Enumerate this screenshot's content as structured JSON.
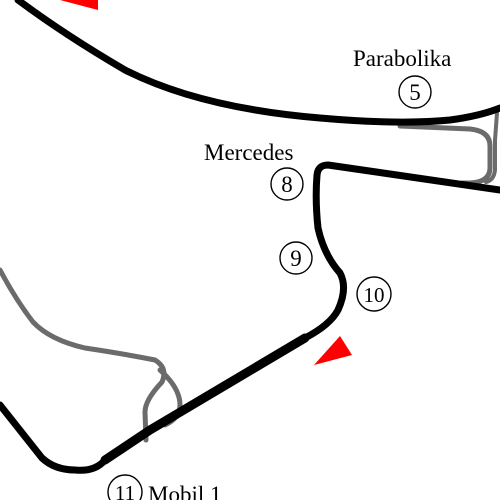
{
  "map": {
    "track_color": "#000000",
    "runoff_color": "#6b6b6b",
    "marker_color": "#ff0000",
    "labels": {
      "parabolika": "Parabolika",
      "mercedes": "Mercedes",
      "mobil": "Mobil 1"
    },
    "turns": {
      "t5": "5",
      "t8": "8",
      "t9": "9",
      "t10": "10",
      "t11": "11"
    }
  }
}
